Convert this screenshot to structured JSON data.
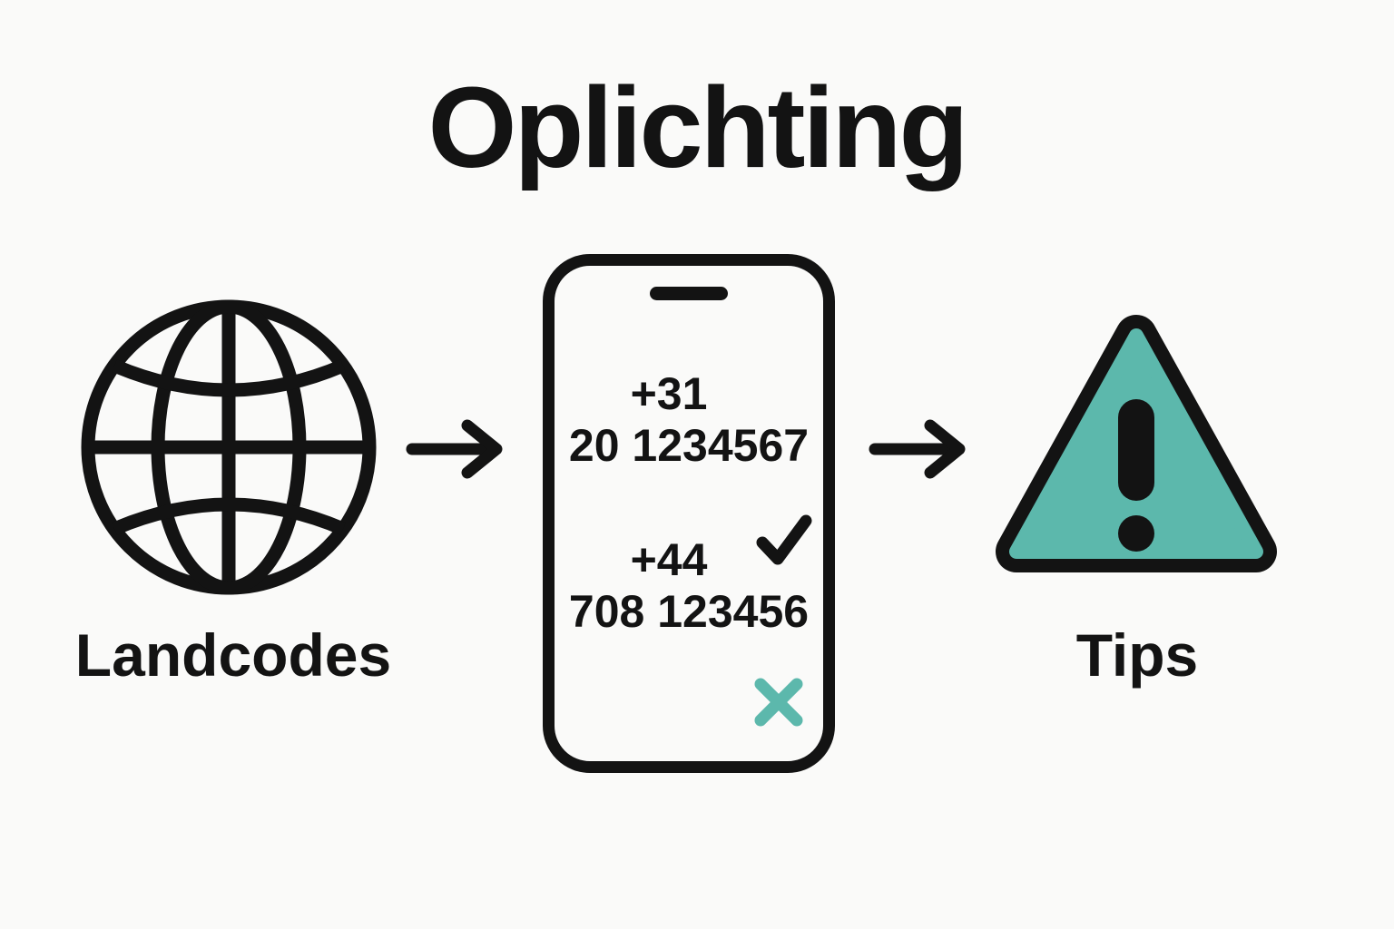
{
  "title": "Oplichting",
  "colors": {
    "background": "#fafaf9",
    "ink": "#131313",
    "teal": "#5cb8ac"
  },
  "flow": {
    "left": {
      "icon": "globe-icon",
      "label": "Landcodes"
    },
    "arrows": [
      {
        "icon": "arrow-right-icon"
      },
      {
        "icon": "arrow-right-icon"
      }
    ],
    "center": {
      "icon": "phone-icon",
      "calls": [
        {
          "country_code": "+31",
          "number": "20 1234567"
        },
        {
          "country_code": "+44",
          "number": "708 123456",
          "mark": "check-icon"
        }
      ],
      "rejected_mark": "x-icon"
    },
    "right": {
      "icon": "warning-triangle-icon",
      "label": "Tips"
    }
  }
}
